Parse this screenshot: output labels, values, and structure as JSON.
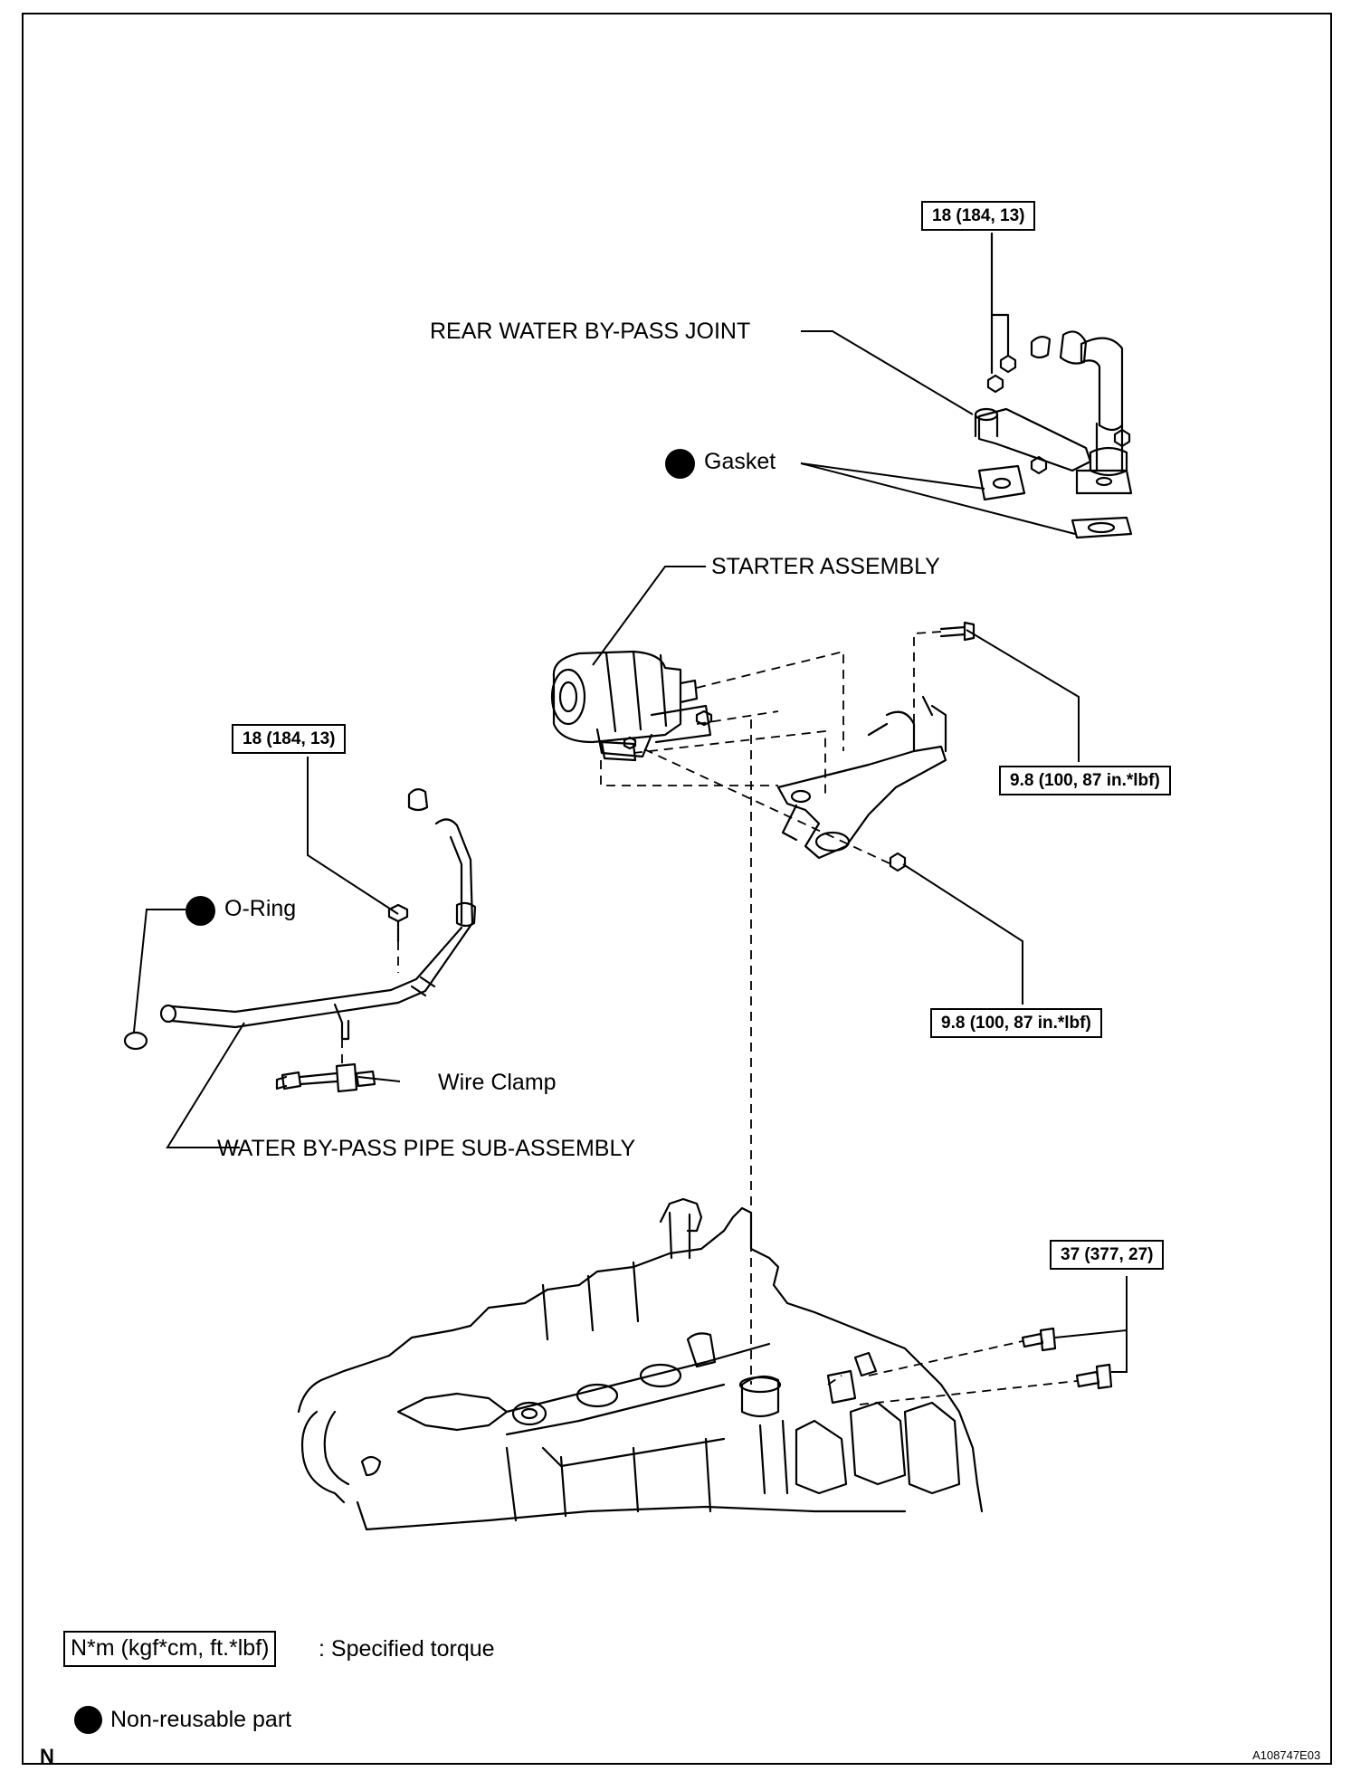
{
  "labels": {
    "rear_joint": "REAR WATER BY-PASS JOINT",
    "gasket": "Gasket",
    "starter": "STARTER ASSEMBLY",
    "o_ring": "O-Ring",
    "wire_clamp": "Wire Clamp",
    "pipe": "WATER BY-PASS PIPE SUB-ASSEMBLY"
  },
  "torques": {
    "t1": "18 (184, 13)",
    "t2": "18 (184, 13)",
    "t3": "9.8 (100, 87 in.*lbf)",
    "t4": "9.8 (100, 87 in.*lbf)",
    "t5": "37 (377, 27)"
  },
  "legend": {
    "torque_box": "N*m (kgf*cm, ft.*lbf)",
    "torque_text": ": Specified torque",
    "nonreusable_text": "Non-reusable part"
  },
  "corner_code": "N",
  "figure_id": "A108747E03",
  "colors": {
    "ink": "#000000",
    "paper": "#ffffff"
  }
}
